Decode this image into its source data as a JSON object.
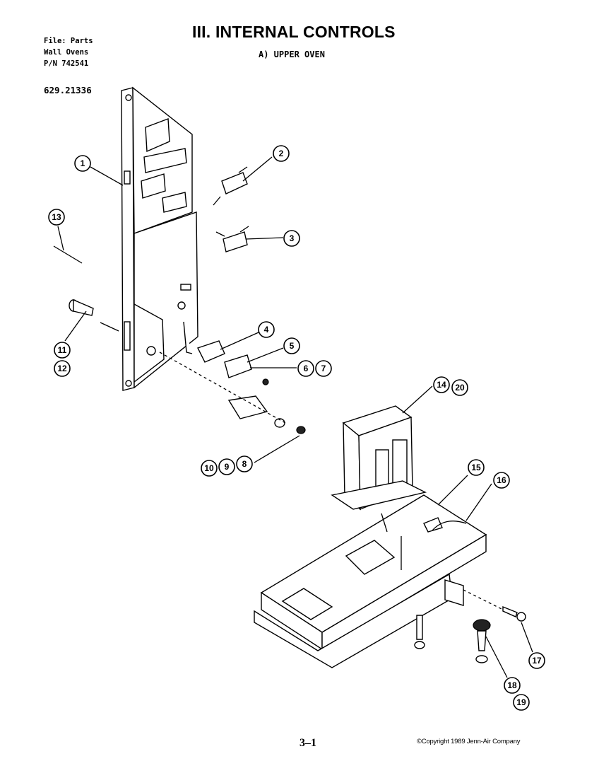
{
  "header": {
    "title": "III. INTERNAL CONTROLS",
    "subtitle": "A)  UPPER OVEN",
    "file_line": "File: Parts",
    "category_line": "Wall Ovens",
    "pn_line": "P/N 742541",
    "model_number": "629.21336"
  },
  "callouts": {
    "c1": "1",
    "c2": "2",
    "c3": "3",
    "c4": "4",
    "c5": "5",
    "c6": "6",
    "c7": "7",
    "c8": "8",
    "c9": "9",
    "c10": "10",
    "c11": "11",
    "c12": "12",
    "c13": "13",
    "c14": "14",
    "c15": "15",
    "c16": "16",
    "c17": "17",
    "c18": "18",
    "c19": "19",
    "c20": "20"
  },
  "footer": {
    "page_number": "3–1",
    "copyright": "©Copyright 1989 Jenn-Air Company"
  }
}
